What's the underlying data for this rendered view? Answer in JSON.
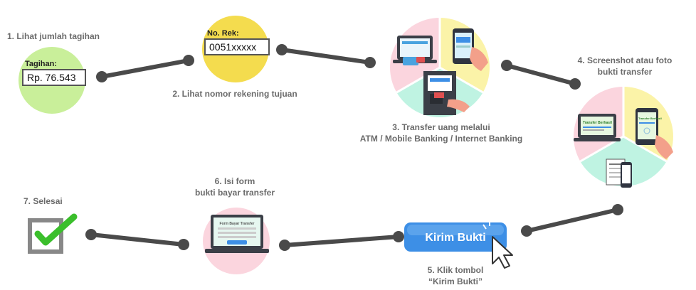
{
  "steps": [
    {
      "label": "1. Lihat jumlah tagihan",
      "field_label": "Tagihan:",
      "field_value": "Rp. 76.543"
    },
    {
      "label": "2. Lihat nomor rekening tujuan",
      "field_label": "No. Rek:",
      "field_value": "0051xxxxx"
    },
    {
      "label_line1": "3. Transfer uang melalui",
      "label_line2": "ATM / Mobile Banking / Internet Banking"
    },
    {
      "label_line1": "4. Screenshot atau foto",
      "label_line2": "bukti transfer",
      "receipt_text": "Transfer Berhasil"
    },
    {
      "label_line1": "5. Klik tombol",
      "label_line2": "“Kirim Bukti”",
      "button_text": "Kirim Bukti"
    },
    {
      "label_line1": "6. Isi form",
      "label_line2": "bukti bayar transfer",
      "form_title": "Form Bayar Transfer"
    },
    {
      "label": "7. Selesai"
    }
  ],
  "colors": {
    "green": "#c9ef9a",
    "yellow": "#f4dc4e",
    "pink": "#fbd5de",
    "light_yellow": "#fbf3a8",
    "mint": "#bff3e2",
    "blue": "#3d8fe6",
    "check": "#3bbf2c",
    "line": "#4a4a4a",
    "text": "#6b6b6b"
  }
}
